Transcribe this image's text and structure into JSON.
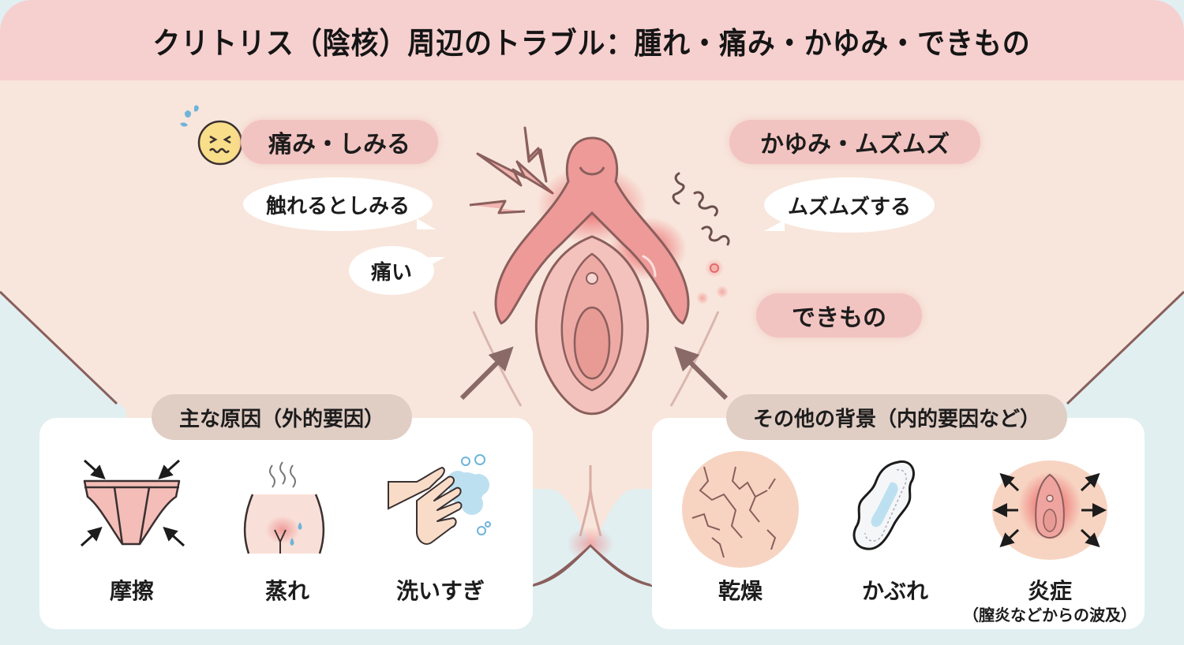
{
  "title": "クリトリス（陰核）周辺のトラブル：腫れ・痛み・かゆみ・できもの",
  "colors": {
    "title_bg": "#f6cfcf",
    "skin_bg": "#f8e6dc",
    "outer_bg": "#e1eff1",
    "pill_bg": "#f2c4c1",
    "card_header_bg": "#e0cdc4",
    "outline": "#8a5f5c",
    "inflamed_red": "#e8454a"
  },
  "symptoms": {
    "pain": {
      "icon": "wincing-face-icon",
      "label": "痛み・しみる",
      "bubbles": [
        "触れるとしみる",
        "痛い"
      ]
    },
    "itch": {
      "label": "かゆみ・ムズムズ",
      "bubbles": [
        "ムズムズする"
      ]
    },
    "bump": {
      "label": "できもの"
    }
  },
  "causes_external": {
    "header": "主な原因（外的要因）",
    "items": [
      {
        "label": "摩擦",
        "icon": "underwear-friction-icon"
      },
      {
        "label": "蒸れ",
        "icon": "humidity-steam-icon"
      },
      {
        "label": "洗いすぎ",
        "icon": "hand-washing-soap-icon"
      }
    ]
  },
  "causes_internal": {
    "header": "その他の背景（内的要因など）",
    "items": [
      {
        "label": "乾燥",
        "icon": "dry-cracked-skin-icon"
      },
      {
        "label": "かぶれ",
        "icon": "sanitary-pad-icon"
      },
      {
        "label": "炎症",
        "sub": "（膣炎などからの波及）",
        "icon": "inflammation-spread-icon"
      }
    ]
  }
}
